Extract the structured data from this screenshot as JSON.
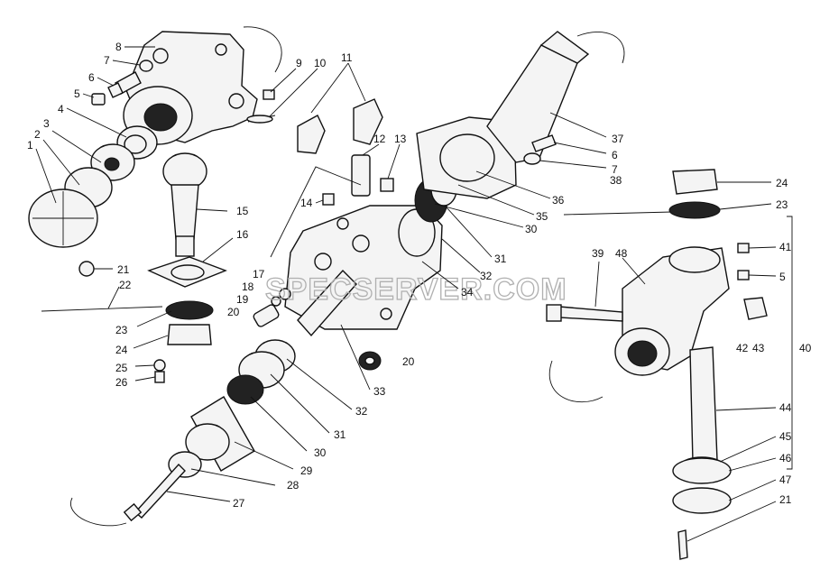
{
  "watermark": "SPECSERVER.COM",
  "labels": {
    "n1": "1",
    "n2": "2",
    "n3": "3",
    "n4": "4",
    "n5a": "5",
    "n5b": "5",
    "n6a": "6",
    "n6b": "6",
    "n7a": "7",
    "n7b": "7",
    "n8": "8",
    "n9": "9",
    "n10": "10",
    "n11": "11",
    "n12": "12",
    "n13": "13",
    "n14": "14",
    "n15": "15",
    "n16": "16",
    "n17": "17",
    "n18": "18",
    "n19": "19",
    "n20a": "20",
    "n20b": "20",
    "n21a": "21",
    "n21b": "21",
    "n22": "22",
    "n23a": "23",
    "n23b": "23",
    "n24a": "24",
    "n24b": "24",
    "n25": "25",
    "n26": "26",
    "n27": "27",
    "n28": "28",
    "n29": "29",
    "n30a": "30",
    "n30b": "30",
    "n31a": "31",
    "n31b": "31",
    "n32a": "32",
    "n32b": "32",
    "n33": "33",
    "n34": "34",
    "n35": "35",
    "n36": "36",
    "n37": "37",
    "n38": "38",
    "n39": "39",
    "n40": "40",
    "n41": "41",
    "n42": "42",
    "n43": "43",
    "n44": "44",
    "n45": "45",
    "n46": "46",
    "n47": "47",
    "n48": "48"
  }
}
